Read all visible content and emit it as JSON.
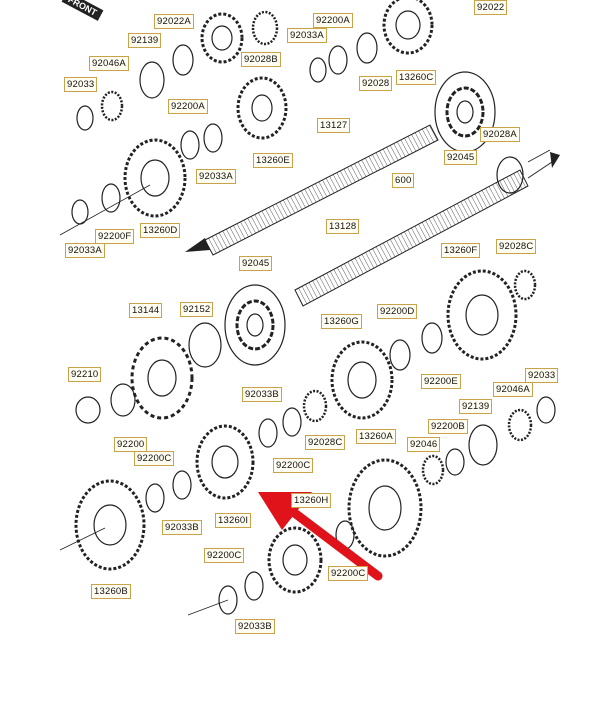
{
  "diagram": {
    "front_tag": "FRONT",
    "labels": [
      {
        "id": "l1",
        "text": "92022A"
      },
      {
        "id": "l2",
        "text": "92139"
      },
      {
        "id": "l3",
        "text": "92046A"
      },
      {
        "id": "l4",
        "text": "92033"
      },
      {
        "id": "l5",
        "text": "92028B"
      },
      {
        "id": "l6",
        "text": "92200A"
      },
      {
        "id": "l7",
        "text": "92033A"
      },
      {
        "id": "l8",
        "text": "92028"
      },
      {
        "id": "l9",
        "text": "13260C"
      },
      {
        "id": "l10",
        "text": "92022"
      },
      {
        "id": "l11",
        "text": "92200A"
      },
      {
        "id": "l12",
        "text": "13260E"
      },
      {
        "id": "l13",
        "text": "92033A"
      },
      {
        "id": "l14",
        "text": "13127"
      },
      {
        "id": "l15",
        "text": "92028A"
      },
      {
        "id": "l16",
        "text": "92045"
      },
      {
        "id": "l17",
        "text": "600"
      },
      {
        "id": "l18",
        "text": "92200F"
      },
      {
        "id": "l19",
        "text": "13260D"
      },
      {
        "id": "l20",
        "text": "92033A"
      },
      {
        "id": "l21",
        "text": "13128"
      },
      {
        "id": "l22",
        "text": "13260F"
      },
      {
        "id": "l23",
        "text": "92028C"
      },
      {
        "id": "l24",
        "text": "92045"
      },
      {
        "id": "l25",
        "text": "13144"
      },
      {
        "id": "l26",
        "text": "92152"
      },
      {
        "id": "l27",
        "text": "13260G"
      },
      {
        "id": "l28",
        "text": "92200D"
      },
      {
        "id": "l29",
        "text": "92200E"
      },
      {
        "id": "l30",
        "text": "92210"
      },
      {
        "id": "l31",
        "text": "92033B"
      },
      {
        "id": "l32",
        "text": "92033"
      },
      {
        "id": "l33",
        "text": "92046A"
      },
      {
        "id": "l34",
        "text": "92139"
      },
      {
        "id": "l35",
        "text": "92028C"
      },
      {
        "id": "l36",
        "text": "92200"
      },
      {
        "id": "l37",
        "text": "92200C"
      },
      {
        "id": "l38",
        "text": "92200B"
      },
      {
        "id": "l39",
        "text": "13260A"
      },
      {
        "id": "l40",
        "text": "92046"
      },
      {
        "id": "l41",
        "text": "92200C"
      },
      {
        "id": "l42",
        "text": "92033B"
      },
      {
        "id": "l43",
        "text": "13260I"
      },
      {
        "id": "l44",
        "text": "13260H"
      },
      {
        "id": "l45",
        "text": "92200C"
      },
      {
        "id": "l46",
        "text": "13260B"
      },
      {
        "id": "l47",
        "text": "92200C"
      },
      {
        "id": "l48",
        "text": "92033B"
      }
    ],
    "arrow_color": "#e1131a",
    "label_border_color": "#c9a24a",
    "line_color": "#222222"
  }
}
